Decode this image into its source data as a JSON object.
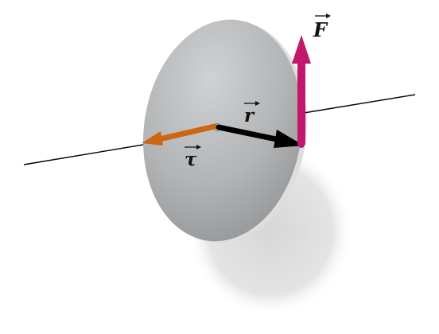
{
  "diagram": {
    "labels": {
      "force": "F",
      "radius": "r",
      "torque": "τ"
    },
    "colors": {
      "disk_face": "#a9abad",
      "disk_edge": "#d9dbdd",
      "shadow": "#e6e6e6",
      "axis": "#000000",
      "force_arrow": "#c2186b",
      "radius_arrow": "#000000",
      "torque_arrow": "#cc6611"
    }
  }
}
